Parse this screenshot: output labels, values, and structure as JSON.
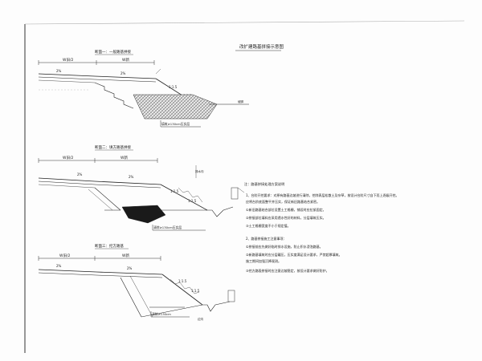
{
  "title": "改扩建路基拼接示意图",
  "sections": [
    {
      "caption": "断面一：一般路基拼接",
      "left_label": "W旧/2",
      "right_label": "W新",
      "old_label": "2%",
      "new_label": "2%",
      "slope_1": "1:1.5",
      "slope_2": "1:1.5",
      "foot_label": "填筑≥130cm压实层",
      "edge_label": "坡脚"
    },
    {
      "caption": "断面二：填方路基拼接",
      "left_label": "W旧/2",
      "right_label": "W新",
      "old_label": "2%",
      "new_label": "2%",
      "slope_1": "1:1.5",
      "slope_2": "1:1.5",
      "foot_label": "清除≥130cm压实层",
      "edge_label": "排水沟"
    },
    {
      "caption": "断面三：挖方路基",
      "left_label": "W旧/2",
      "right_label": "W新",
      "old_label": "2%",
      "new_label": "2%",
      "slope_1": "1:1.5",
      "slope_2": "1:1.5",
      "foot_label": "清除≥130cm",
      "edge_label": "边沟"
    }
  ],
  "notes": [
    "注：路基拼接处理方案说明",
    "1、台阶开挖要求：对原有路基边坡进行清除，挖除表层松散土及杂草，按设计台阶尺寸自下而上逐级开挖。",
    "    应将台阶底面整平并压实，保证新旧路基结合紧密。",
    "①新旧路基结合部位设置土工格栅，铺设时应拉紧固定。",
    "②拼接部位填料应采用透水性好的材料，分层填筑压实。",
    "③土工格栅宽度不小于规定值。",
    "2、路基拼接施工注意事项：",
    "①拼接前应先做好临时排水设施，防止积水浸泡路基。",
    "②新路基填筑时应分层碾压，压实度满足设计要求，严禁超厚填筑。",
    "    施工期间加强沉降观测。",
    "③挖方路段拼接时应注意边坡稳定，按设计要求做好防护。"
  ]
}
